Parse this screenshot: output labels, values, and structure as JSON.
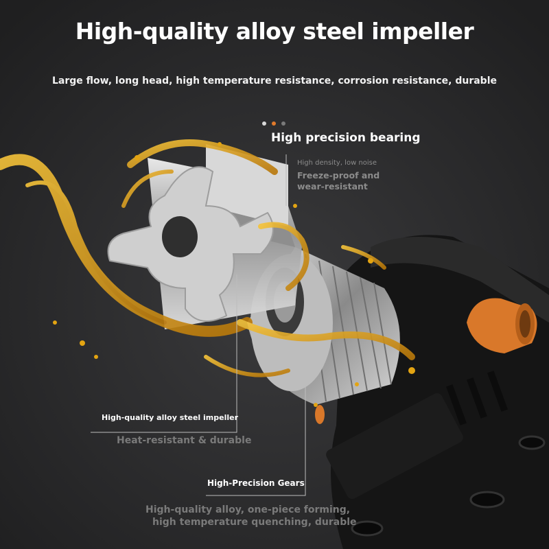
{
  "headline": "High-quality alloy steel impeller",
  "subline": "Large flow, long head, high temperature resistance, corrosion resistance, durable",
  "carousel": {
    "dot_colors": [
      "#d9d9d9",
      "#e07a2b",
      "#7a7a7a"
    ]
  },
  "callouts": {
    "bearing": {
      "title": "High precision bearing",
      "note1": "High density, low noise",
      "note2": "Freeze-proof and wear-resistant"
    },
    "impeller": {
      "title": "High-quality alloy steel impeller",
      "note": "Heat-resistant & durable"
    },
    "gears": {
      "title": "High-Precision Gears",
      "note_line1": "High-quality alloy, one-piece forming,",
      "note_line2": "high temperature quenching, durable"
    }
  },
  "colors": {
    "background": "#2a2a2b",
    "oil": "#e3a412",
    "nozzle": "#d9782a",
    "metal": "#c8c8c8",
    "housing": "#141414"
  }
}
